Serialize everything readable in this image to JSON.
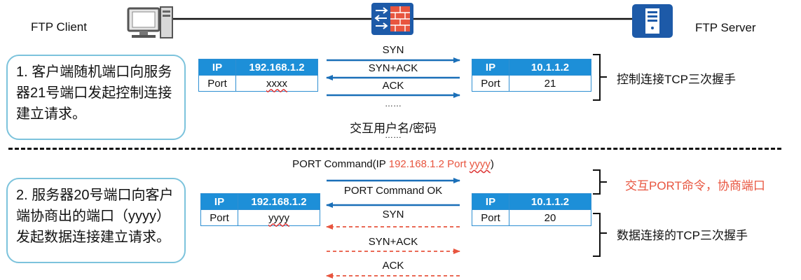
{
  "top": {
    "client_label": "FTP Client",
    "server_label": "FTP Server",
    "client_icon": "computer-icon",
    "firewall_icon": "firewall-icon",
    "server_icon": "server-icon"
  },
  "control": {
    "note": "1. 客户端随机端口向服务器21号端口发起控制连接建立请求。",
    "client_table": {
      "ip_key": "IP",
      "ip_value": "192.168.1.2",
      "port_key": "Port",
      "port_value": "xxxx"
    },
    "server_table": {
      "ip_key": "IP",
      "ip_value": "10.1.1.2",
      "port_key": "Port",
      "port_value": "21"
    },
    "msg_syn": "SYN",
    "msg_synack": "SYN+ACK",
    "msg_ack": "ACK",
    "ellipsis1": "……",
    "msg_user": "交互用户名/密码",
    "ellipsis2": "……",
    "bracket_label": "控制连接TCP三次握手"
  },
  "data": {
    "note": "2. 服务器20号端口向客户端协商出的端口（yyyy）发起数据连接建立请求。",
    "port_cmd_prefix": "PORT Command(IP ",
    "port_cmd_ip": "192.168.1.2",
    "port_cmd_port_word": " Port ",
    "port_cmd_port_value": "yyyy",
    "port_cmd_suffix": ")",
    "msg_port_ok": "PORT Command OK",
    "msg_syn": "SYN",
    "msg_synack": "SYN+ACK",
    "msg_ack": "ACK",
    "client_table": {
      "ip_key": "IP",
      "ip_value": "192.168.1.2",
      "port_key": "Port",
      "port_value": "yyyy"
    },
    "server_table": {
      "ip_key": "IP",
      "ip_value": "10.1.1.2",
      "port_key": "Port",
      "port_value": "20"
    },
    "bracket1_label": "交互PORT命令，协商端口",
    "bracket2_label": "数据连接的TCP三次握手"
  },
  "colors": {
    "blue": "#1a6fb8",
    "red": "#e8553f",
    "table_header": "#1d8fd8"
  }
}
